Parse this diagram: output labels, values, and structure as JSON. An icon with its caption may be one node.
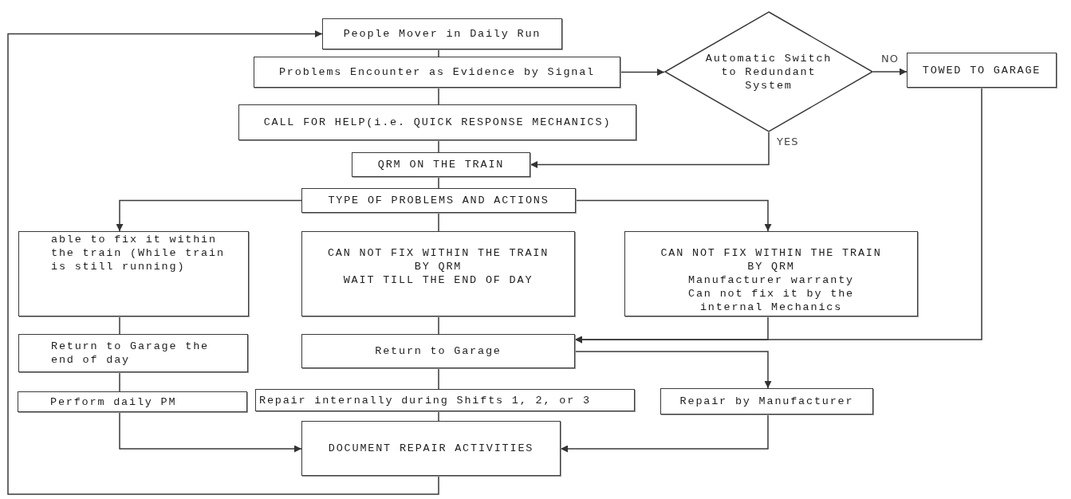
{
  "diagram": {
    "nodes": [
      {
        "text": [
          "People Mover in Daily Run"
        ]
      },
      {
        "text": [
          "Problems Encounter as Evidence by Signal"
        ]
      },
      {
        "text": [
          "Automatic Switch to Redundant System"
        ]
      },
      {
        "text": [
          "TOWED TO GARAGE"
        ]
      },
      {
        "text": [
          "CALL FOR HELP(i.e. QUICK RESPONSE MECHANICS)"
        ]
      },
      {
        "text": [
          "QRM ON THE TRAIN"
        ]
      },
      {
        "text": [
          "TYPE OF PROBLEMS AND ACTIONS"
        ]
      },
      {
        "text": [
          "able to fix it within the train (While train is still running)"
        ]
      },
      {
        "text": [
          "CAN NOT FIX WITHIN THE TRAIN BY QRM",
          "WAIT TILL THE END OF DAY"
        ]
      },
      {
        "text": [
          "CAN NOT FIX WITHIN THE TRAIN BY QRM",
          "Manufacturer warranty",
          "Can not fix it by the internal Mechanics"
        ]
      },
      {
        "text": [
          "Return to Garage the end of day"
        ]
      },
      {
        "text": [
          "Return to Garage"
        ]
      },
      {
        "text": [
          "Perform daily PM"
        ]
      },
      {
        "text": [
          "Repair internally during Shifts 1, 2, or 3"
        ]
      },
      {
        "text": [
          "Repair by Manufacturer"
        ]
      },
      {
        "text": [
          "DOCUMENT REPAIR ACTIVITIES"
        ]
      }
    ],
    "edges": [
      {
        "from": 0,
        "to": 1,
        "arrow": "none"
      },
      {
        "from": 1,
        "to": 4,
        "arrow": "none"
      },
      {
        "from": 4,
        "to": 5,
        "arrow": "none"
      },
      {
        "from": 5,
        "to": 6,
        "arrow": "none"
      },
      {
        "from": 1,
        "to": 2,
        "arrow": "to"
      },
      {
        "from": 2,
        "to": 3,
        "arrow": "to",
        "label": "NO"
      },
      {
        "from": 2,
        "to": 5,
        "arrow": "to",
        "label": "YES"
      },
      {
        "from": 6,
        "to": 7,
        "arrow": "to"
      },
      {
        "from": 6,
        "to": 8,
        "arrow": "none"
      },
      {
        "from": 6,
        "to": 9,
        "arrow": "to"
      },
      {
        "from": 7,
        "to": 10,
        "arrow": "none"
      },
      {
        "from": 8,
        "to": 11,
        "arrow": "none"
      },
      {
        "from": 9,
        "to": 11,
        "arrow": "to"
      },
      {
        "from": 3,
        "to": 11,
        "arrow": "to"
      },
      {
        "from": 11,
        "to": 14,
        "arrow": "to"
      },
      {
        "from": 10,
        "to": 12,
        "arrow": "none"
      },
      {
        "from": 11,
        "to": 13,
        "arrow": "none"
      },
      {
        "from": 13,
        "to": 15,
        "arrow": "none"
      },
      {
        "from": 12,
        "to": 15,
        "arrow": "to"
      },
      {
        "from": 14,
        "to": 15,
        "arrow": "to"
      },
      {
        "from": 15,
        "to": 0,
        "arrow": "to"
      }
    ]
  }
}
